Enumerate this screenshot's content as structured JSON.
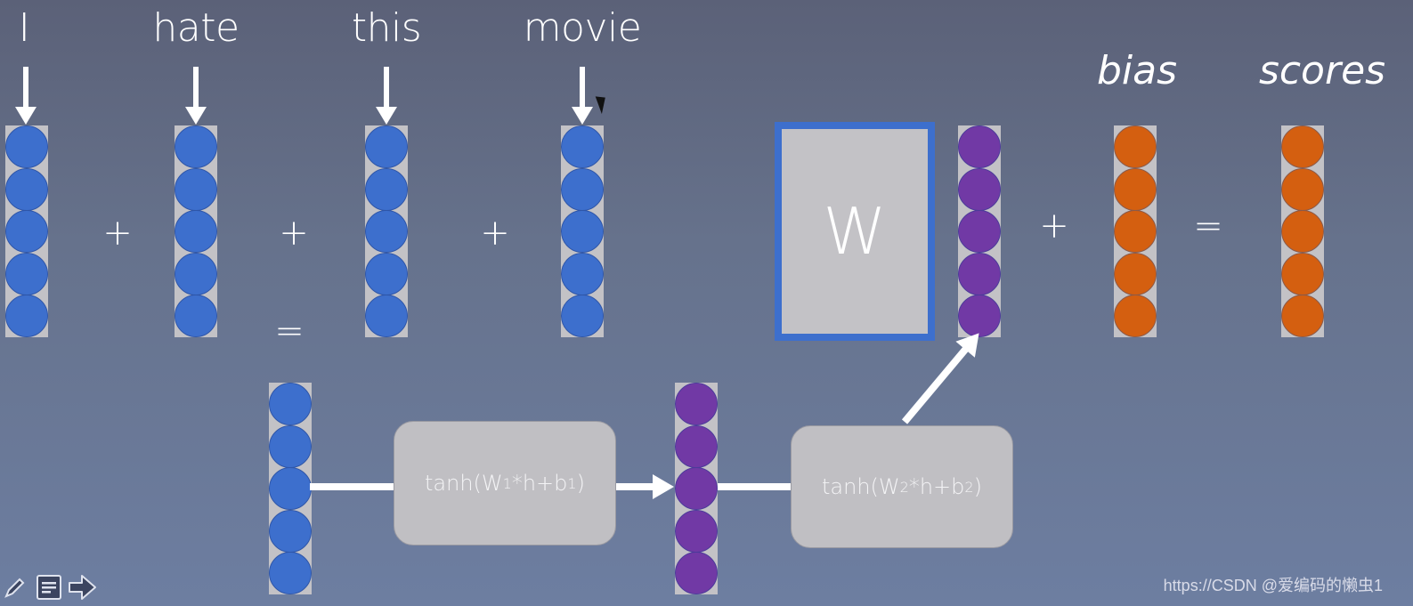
{
  "words": [
    "I",
    "hate",
    "this",
    "movie"
  ],
  "labels": {
    "bias": "bias",
    "scores": "scores"
  },
  "operators": {
    "plus": "+",
    "equals": "="
  },
  "matrix": {
    "label": "W"
  },
  "functions": [
    {
      "prefix": "tanh(W",
      "sub1": "1",
      "mid": "*h+b",
      "sub2": "1",
      "suffix": ")"
    },
    {
      "prefix": "tanh(W",
      "sub1": "2",
      "mid": "*h+b",
      "sub2": "2",
      "suffix": ")"
    }
  ],
  "vectors": {
    "word_embeddings": {
      "count": 4,
      "size": 5,
      "color": "#3d6fcd"
    },
    "sum": {
      "size": 5,
      "color": "#3d6fcd"
    },
    "hidden": {
      "size": 5,
      "color": "#7139a5"
    },
    "hidden_final": {
      "size": 5,
      "color": "#7139a5"
    },
    "bias": {
      "size": 5,
      "color": "#d45f10"
    },
    "scores": {
      "size": 5,
      "color": "#d45f10"
    }
  },
  "toolbar": {
    "icons": [
      "pen-icon",
      "notes-icon",
      "next-slide-icon"
    ]
  },
  "watermark": "https://CSDN @爱编码的懒虫1"
}
